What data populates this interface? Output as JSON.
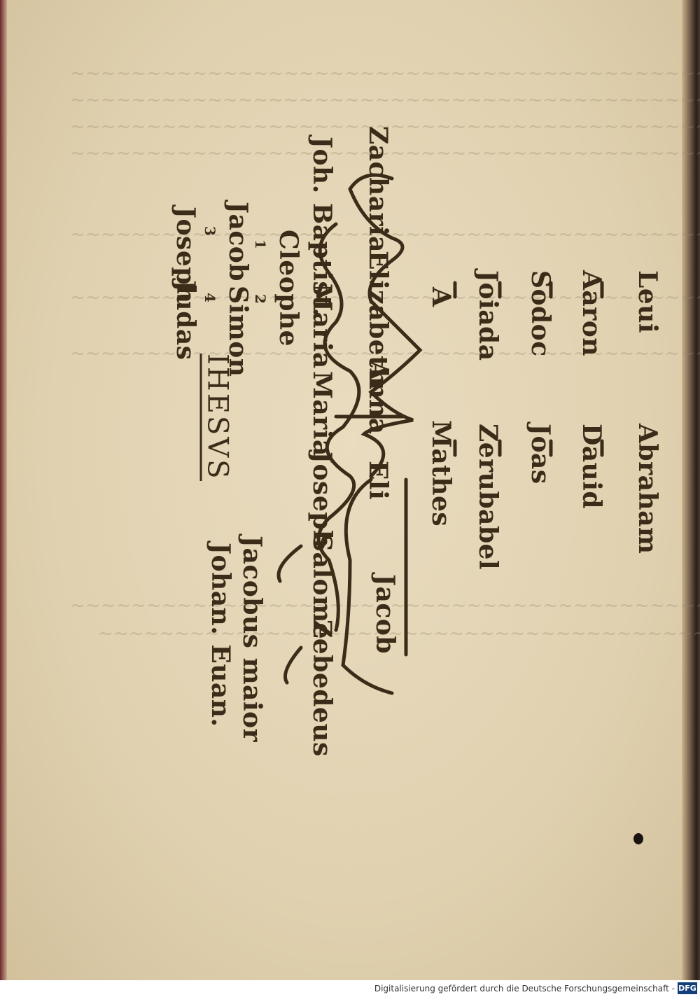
{
  "tree": {
    "row1": [
      "Leui",
      "Abraham"
    ],
    "row2": [
      "Aaron",
      "Dauid"
    ],
    "row3": [
      "Sodoc",
      "Joas"
    ],
    "row4": [
      "Joiada",
      "Zerubabel"
    ],
    "row5": [
      "A",
      "Mathes"
    ],
    "jacob": "Jacob",
    "row6": [
      "Zacharia",
      "Elizabeth",
      "Anna",
      "Eli"
    ],
    "row7": [
      "Joh. Baptist.",
      "Maria",
      "Maria",
      "Joseph",
      "Salome",
      "Zebedeus"
    ],
    "cleophe": "Cleophe",
    "apostles": [
      "Jacobus maior",
      "Johan. Euan."
    ],
    "sons_row1": [
      "Jacob",
      "Simon"
    ],
    "sons_row2": [
      "Joseph",
      "Judas"
    ],
    "sons_numbers": [
      "1",
      "2",
      "3",
      "4"
    ],
    "ihesus": "IHESVS"
  },
  "footer": {
    "text": "Digitalisierung gefördert durch die Deutsche Forschungsgemeinschaft -",
    "logo": "DFG"
  }
}
